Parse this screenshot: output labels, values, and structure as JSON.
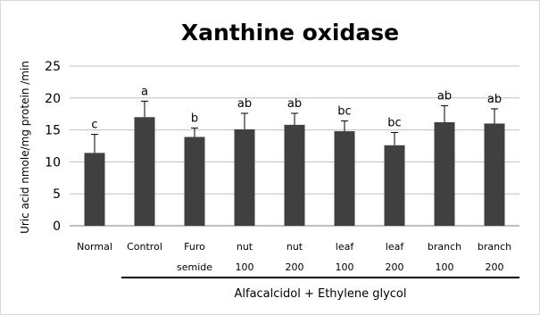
{
  "chart_data": {
    "type": "bar",
    "title": "Xanthine oxidase",
    "ylabel": "Uric acid nmole/mg protein /min",
    "xlabel": "",
    "ylim": [
      0,
      25
    ],
    "yticks": [
      0,
      5,
      10,
      15,
      20,
      25
    ],
    "grid": true,
    "bar_color": "#404040",
    "categories": [
      {
        "line1": "Normal",
        "line2": ""
      },
      {
        "line1": "Control",
        "line2": ""
      },
      {
        "line1": "Furo",
        "line2": "semide"
      },
      {
        "line1": "nut",
        "line2": "100"
      },
      {
        "line1": "nut",
        "line2": "200"
      },
      {
        "line1": "leaf",
        "line2": "100"
      },
      {
        "line1": "leaf",
        "line2": "200"
      },
      {
        "line1": "branch",
        "line2": "100"
      },
      {
        "line1": "branch",
        "line2": "200"
      }
    ],
    "values": [
      11.4,
      17.0,
      13.9,
      15.1,
      15.8,
      14.8,
      12.6,
      16.2,
      16.0
    ],
    "errors": [
      2.9,
      2.5,
      1.4,
      2.5,
      1.8,
      1.6,
      2.0,
      2.6,
      2.3
    ],
    "significance": [
      "c",
      "a",
      "b",
      "ab",
      "ab",
      "bc",
      "bc",
      "ab",
      "ab"
    ],
    "group_label": "Alfacalcidol + Ethylene glycol",
    "group_start_index": 1
  }
}
